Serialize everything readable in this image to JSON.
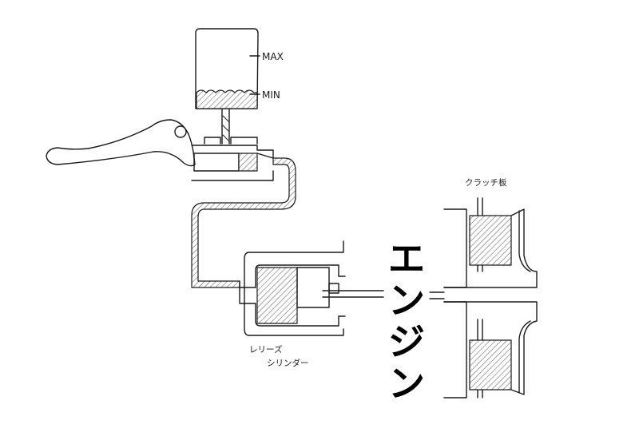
{
  "reservoir": {
    "max_label": "MAX",
    "min_label": "MIN"
  },
  "release_cylinder": {
    "label_line1": "レリーズ",
    "label_line2": "シリンダー"
  },
  "clutch": {
    "label": "クラッチ板"
  },
  "engine": {
    "chars": [
      "エ",
      "ン",
      "ジ",
      "ン"
    ]
  },
  "colors": {
    "ink": "#1a1a1a",
    "hatch": "#555555",
    "paper": "#ffffff"
  },
  "icons": [
    "clutch-lever-icon",
    "reservoir-icon",
    "master-cylinder-icon",
    "hydraulic-line-icon",
    "release-cylinder-icon",
    "clutch-plate-icon"
  ]
}
